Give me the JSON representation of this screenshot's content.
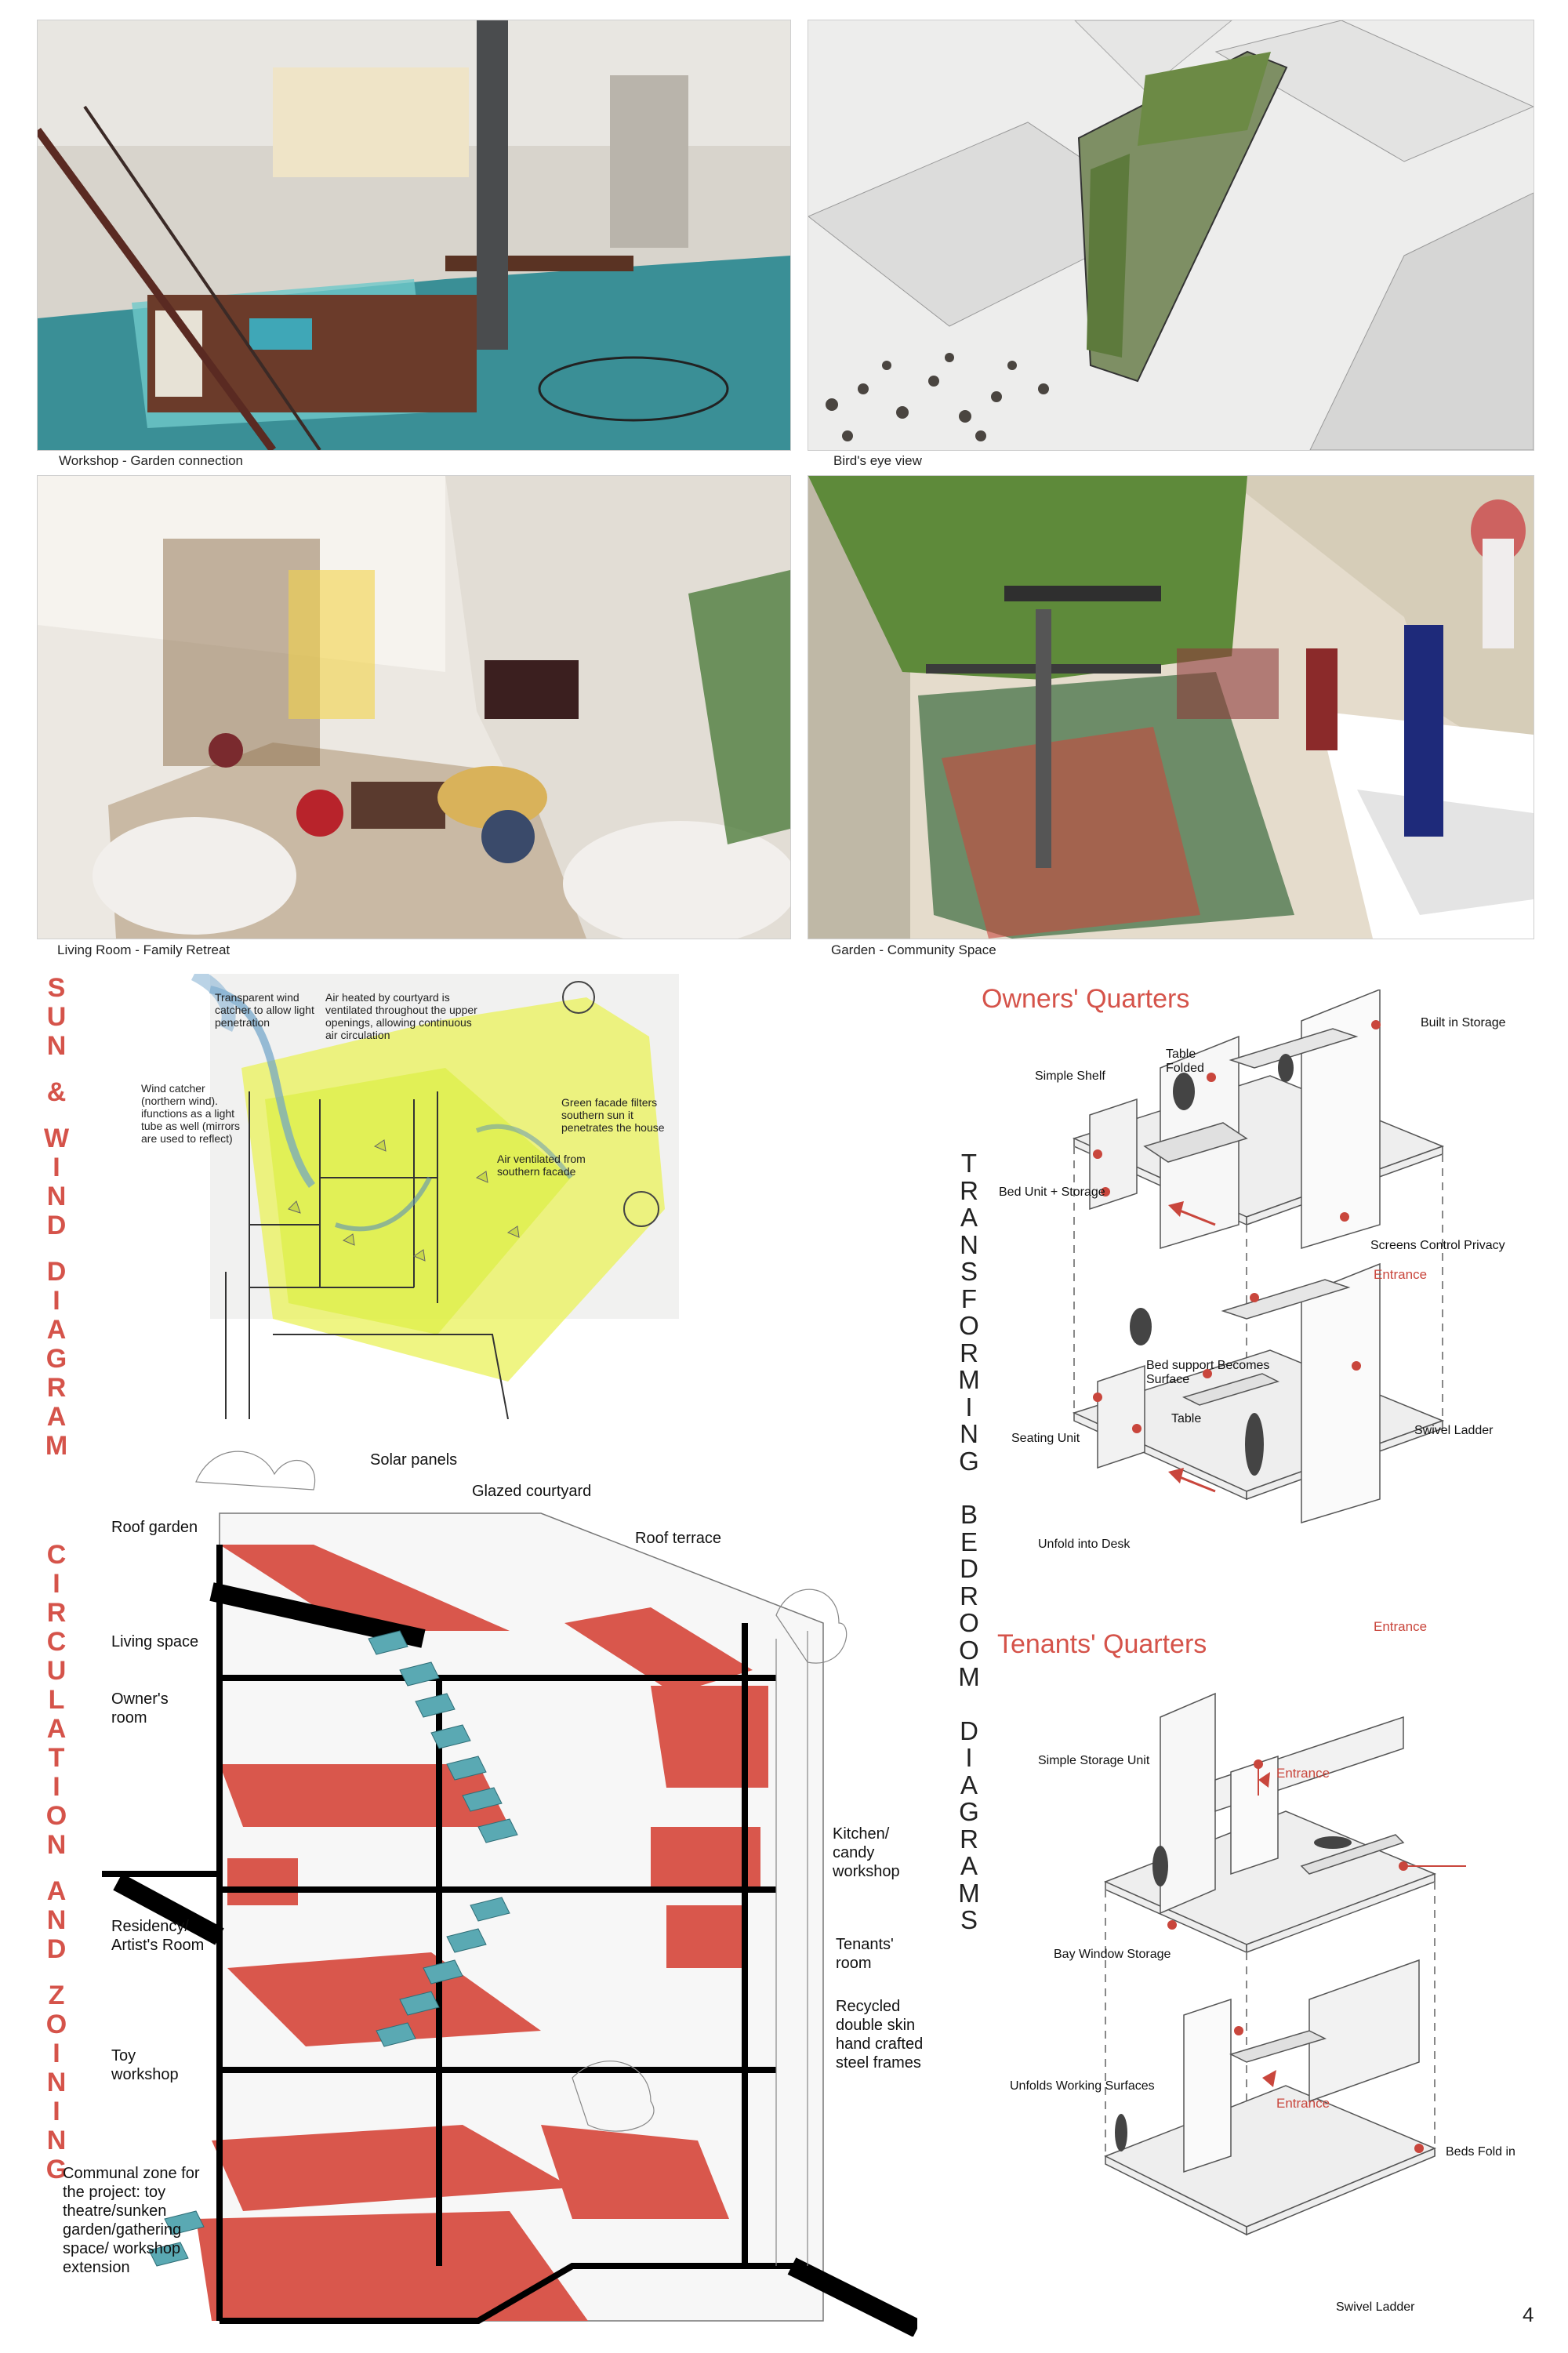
{
  "captions": {
    "workshop": "Workshop - Garden connection",
    "birdseye": "Bird's eye view",
    "living": "Living Room - Family Retreat",
    "garden": "Garden - Community Space"
  },
  "vertical_titles": {
    "sun_wind": [
      "S",
      "U",
      "N",
      "&",
      "W",
      "I",
      "N",
      "D",
      "D",
      "I",
      "A",
      "G",
      "R",
      "A",
      "M"
    ],
    "circulation": [
      "C",
      "I",
      "R",
      "C",
      "U",
      "L",
      "A",
      "T",
      "I",
      "O",
      "N",
      "A",
      "N",
      "D",
      "Z",
      "O",
      "I",
      "N",
      "I",
      "N",
      "G"
    ],
    "transforming": [
      "T",
      "R",
      "A",
      "N",
      "S",
      "F",
      "O",
      "R",
      "M",
      "I",
      "N",
      "G",
      "B",
      "E",
      "D",
      "R",
      "O",
      "O",
      "M",
      "D",
      "I",
      "A",
      "G",
      "R",
      "A",
      "M",
      "S"
    ]
  },
  "sun_wind_notes": {
    "transparent": "Transparent wind catcher to allow light penetration",
    "air_heated": "Air heated by courtyard is ventilated throughout the upper openings, allowing continuous air circulation",
    "wind_catcher": "Wind catcher (northern wind). ifunctions as a light tube as well (mirrors are used to reflect)",
    "green_facade": "Green facade filters southern sun it penetrates the house",
    "air_ventilated": "Air ventilated from southern facade"
  },
  "section_labels": {
    "solar": "Solar panels",
    "glazed": "Glazed courtyard",
    "roof_garden": "Roof garden",
    "roof_terrace": "Roof terrace",
    "living_space": "Living space",
    "owners_room": "Owner's room",
    "kitchen": "Kitchen/ candy workshop",
    "residency": "Residency/ Artist's Room",
    "tenants_room": "Tenants' room",
    "recycled": "Recycled double skin hand crafted steel frames",
    "toy": "Toy workshop",
    "communal": "Communal zone for the project: toy theatre/sunken garden/gathering space/ workshop extension"
  },
  "owners": {
    "heading": "Owners' Quarters",
    "built_in": "Built in Storage",
    "table_folded": "Table Folded",
    "simple_shelf": "Simple Shelf",
    "bed_unit": "Bed Unit + Storage",
    "screens": "Screens Control Privacy",
    "entrance1": "Entrance",
    "bed_support": "Bed support Becomes Surface",
    "table": "Table",
    "seating": "Seating Unit",
    "swivel": "Swivel Ladder",
    "unfold_desk": "Unfold into Desk",
    "entrance2": "Entrance"
  },
  "tenants": {
    "heading": "Tenants' Quarters",
    "simple_storage": "Simple Storage Unit",
    "entrance1": "Entrance",
    "bay_window": "Bay Window Storage",
    "unfolds": "Unfolds Working Surfaces",
    "entrance2": "Entrance",
    "beds_fold": "Beds Fold in",
    "swivel": "Swivel Ladder"
  },
  "page_number": "4",
  "colors": {
    "accent_red": "#d5534a",
    "section_red": "#d9574c",
    "stair_teal": "#5aa9b3",
    "sun_yellow": "#e9f25a"
  }
}
